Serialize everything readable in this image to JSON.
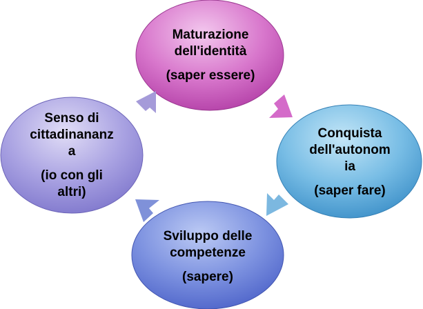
{
  "diagram": {
    "nodes": [
      {
        "id": "top",
        "title_lines": [
          "Maturazione",
          "dell'identità"
        ],
        "subtitle": "(saper essere)",
        "color": "#c44fb8"
      },
      {
        "id": "right",
        "title_lines": [
          "Conquista",
          "dell'autonom",
          "ia"
        ],
        "subtitle": "(saper fare)",
        "color": "#4fa3d4"
      },
      {
        "id": "bottom",
        "title_lines": [
          "Sviluppo delle",
          "competenze"
        ],
        "subtitle": "(sapere)",
        "color": "#5f77d6"
      },
      {
        "id": "left",
        "title_lines": [
          "Senso di",
          "cittadinananz",
          "a"
        ],
        "subtitle_lines": [
          "(io con gli",
          "altri)"
        ],
        "color": "#8f88d6"
      }
    ],
    "arrows": [
      {
        "id": "top-to-right",
        "color": "#d46bc9"
      },
      {
        "id": "right-to-bottom",
        "color": "#7cb8e0"
      },
      {
        "id": "bottom-to-left",
        "color": "#7f91d9"
      },
      {
        "id": "left-to-top",
        "color": "#a59bd9"
      }
    ]
  }
}
